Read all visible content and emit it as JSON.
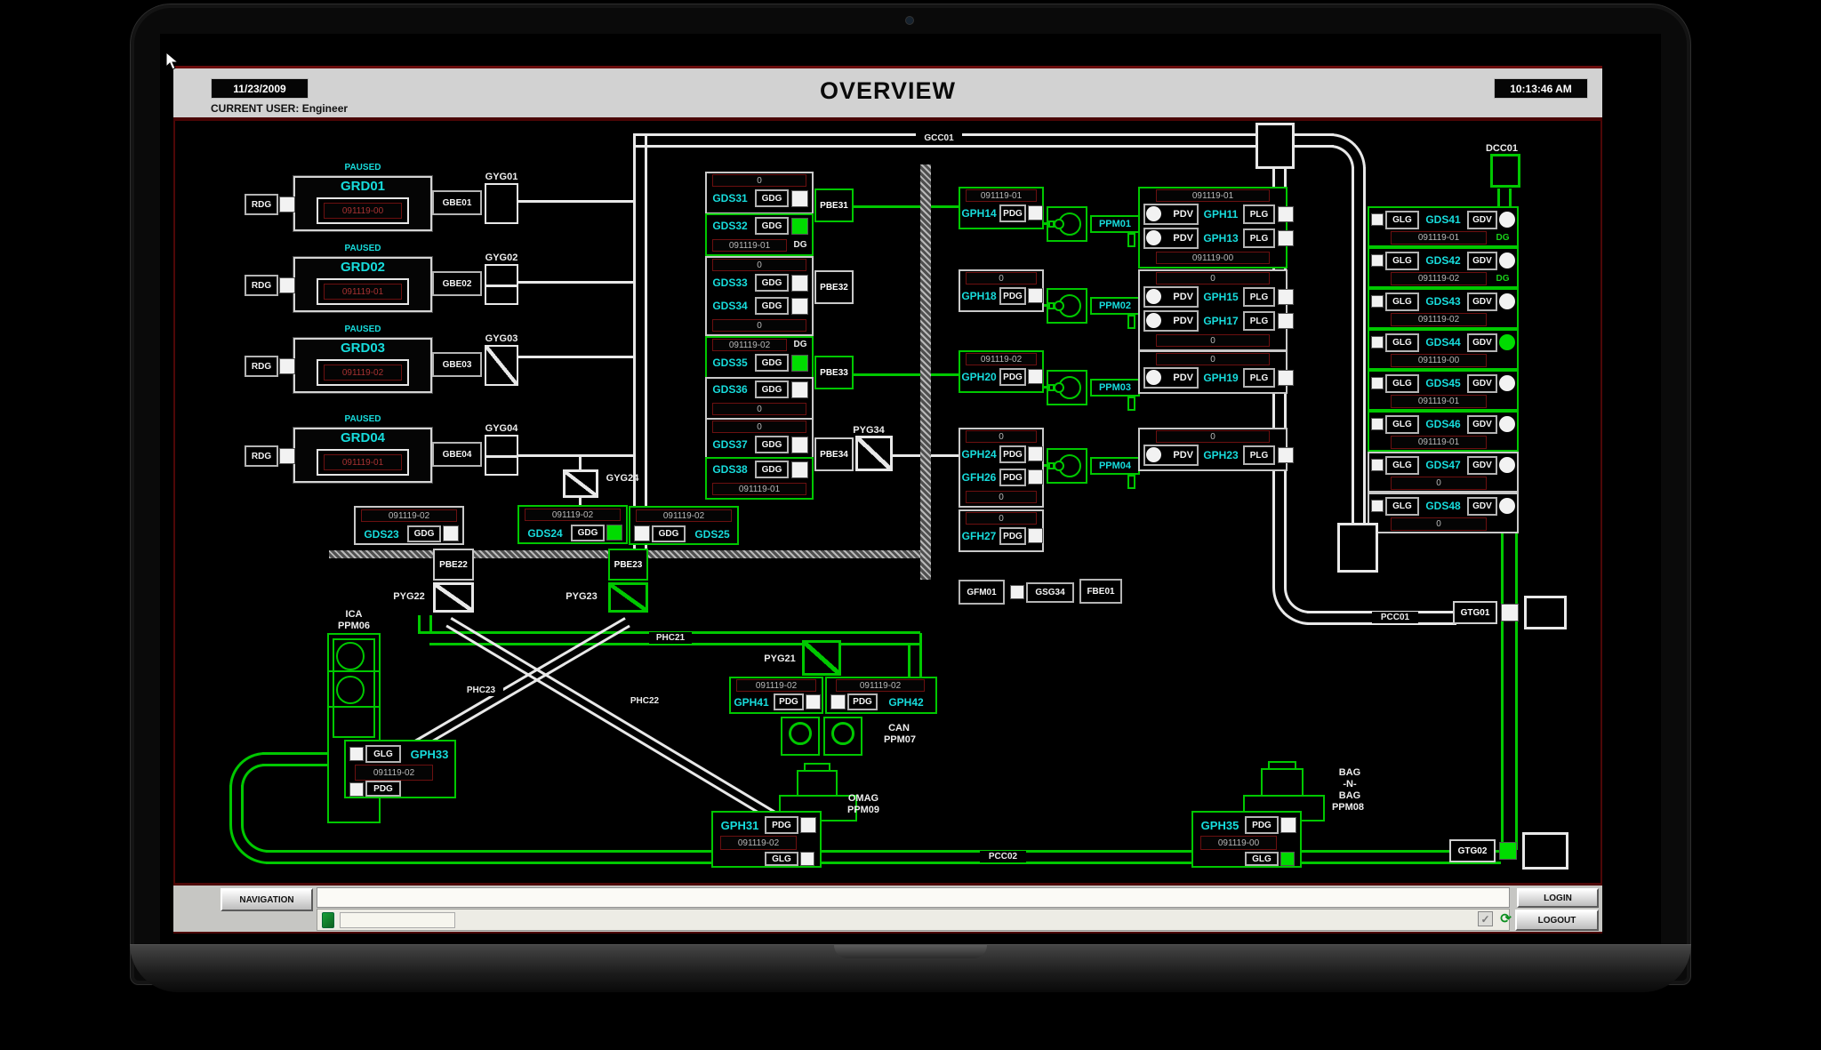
{
  "header": {
    "date": "11/23/2009",
    "current_user_label": "CURRENT USER:",
    "current_user": "Engineer",
    "title": "OVERVIEW",
    "time": "10:13:46 AM"
  },
  "nav": {
    "navigation": "NAVIGATION",
    "login": "LOGIN",
    "logout": "LOGOUT"
  },
  "colors": {
    "green": "#00c800",
    "cyan": "#17dcdc",
    "pipe_white": "#e8e8e8",
    "alarm_red": "#a83232",
    "border_red": "#4e0707",
    "header_bg": "#d2d2d2"
  },
  "diagram": {
    "pipe_labels": {
      "gcc01": "GCC01",
      "pcc01": "PCC01",
      "pcc02": "PCC02",
      "phc21": "PHC21",
      "phc22": "PHC22",
      "phc23": "PHC23"
    },
    "vessels": {
      "dcc01": "DCC01",
      "gtg01": "GTG01",
      "gtg02": "GTG02"
    },
    "grd_units": [
      {
        "id": "GRD01",
        "status": "PAUSED",
        "value": "091119-00",
        "rdg": "RDG",
        "gbe": "GBE01",
        "gyg": "GYG01"
      },
      {
        "id": "GRD02",
        "status": "PAUSED",
        "value": "091119-01",
        "rdg": "RDG",
        "gbe": "GBE02",
        "gyg": "GYG02"
      },
      {
        "id": "GRD03",
        "status": "PAUSED",
        "value": "091119-02",
        "rdg": "RDG",
        "gbe": "GBE03",
        "gyg": "GYG03"
      },
      {
        "id": "GRD04",
        "status": "PAUSED",
        "value": "091119-01",
        "rdg": "RDG",
        "gbe": "GBE04",
        "gyg": "GYG04"
      }
    ],
    "gds_mid_groups": [
      {
        "border": "white",
        "rows": [
          {
            "type": "val",
            "value": "0"
          },
          {
            "type": "unit",
            "name": "GDS31",
            "tag": "GDG",
            "sq": "white"
          }
        ]
      },
      {
        "border": "green",
        "rows": [
          {
            "type": "unit",
            "name": "GDS32",
            "tag": "GDG",
            "sq": "green"
          },
          {
            "type": "val",
            "value": "091119-01",
            "dg": "DG"
          }
        ]
      },
      {
        "border": "white",
        "rows": [
          {
            "type": "val",
            "value": "0"
          },
          {
            "type": "unit",
            "name": "GDS33",
            "tag": "GDG",
            "sq": "white"
          },
          {
            "type": "unit",
            "name": "GDS34",
            "tag": "GDG",
            "sq": "white"
          },
          {
            "type": "val",
            "value": "0"
          }
        ]
      },
      {
        "border": "green",
        "rows": [
          {
            "type": "val",
            "value": "091119-02",
            "dg": "DG"
          },
          {
            "type": "unit",
            "name": "GDS35",
            "tag": "GDG",
            "sq": "green"
          }
        ]
      },
      {
        "border": "white",
        "rows": [
          {
            "type": "unit",
            "name": "GDS36",
            "tag": "GDG",
            "sq": "white"
          },
          {
            "type": "val",
            "value": "0"
          }
        ]
      },
      {
        "border": "white",
        "rows": [
          {
            "type": "val",
            "value": "0"
          },
          {
            "type": "unit",
            "name": "GDS37",
            "tag": "GDG",
            "sq": "white"
          }
        ]
      },
      {
        "border": "green",
        "rows": [
          {
            "type": "unit",
            "name": "GDS38",
            "tag": "GDG",
            "sq": "white"
          },
          {
            "type": "val",
            "value": "091119-01"
          }
        ]
      }
    ],
    "pbe": {
      "pbe31": "PBE31",
      "pbe32": "PBE32",
      "pbe33": "PBE33",
      "pbe34": "PBE34",
      "pbe22": "PBE22",
      "pbe23": "PBE23"
    },
    "pyg": {
      "pyg21": "PYG21",
      "pyg22": "PYG22",
      "pyg23": "PYG23",
      "pyg34": "PYG34",
      "gyg24": "GYG24"
    },
    "gds23_row": [
      {
        "name": "GDS23",
        "value": "091119-02",
        "tag": "GDG",
        "sq": "white",
        "border": "white",
        "layout": "left"
      },
      {
        "name": "GDS24",
        "value": "091119-02",
        "tag": "GDG",
        "sq": "green",
        "border": "green",
        "layout": "left"
      },
      {
        "name": "GDS25",
        "value": "091119-02",
        "tag": "GDG",
        "sq": "white",
        "border": "green",
        "layout": "right"
      }
    ],
    "gph_mid": [
      {
        "border": "green",
        "rows": [
          {
            "type": "val",
            "value": "091119-01"
          },
          {
            "type": "unit",
            "name": "GPH14",
            "tag": "PDG",
            "sq": "white"
          }
        ]
      },
      {
        "border": "white",
        "rows": [
          {
            "type": "val",
            "value": "0"
          },
          {
            "type": "unit",
            "name": "GPH18",
            "tag": "PDG",
            "sq": "white"
          }
        ]
      },
      {
        "border": "green",
        "rows": [
          {
            "type": "val",
            "value": "091119-02",
            "_c": ""
          },
          {
            "type": "unit",
            "name": "GPH20",
            "tag": "PDG",
            "sq": "white"
          }
        ]
      },
      {
        "border": "white",
        "rows": [
          {
            "type": "val",
            "value": "0"
          },
          {
            "type": "unit",
            "name": "GPH24",
            "tag": "PDG",
            "sq": "white"
          },
          {
            "type": "unit",
            "name": "GFH26",
            "tag": "PDG",
            "sq": "white"
          },
          {
            "type": "val",
            "value": "0"
          }
        ]
      },
      {
        "border": "white",
        "rows": [
          {
            "type": "val",
            "value": "0"
          },
          {
            "type": "unit",
            "name": "GFH27",
            "tag": "PDG",
            "sq": "white"
          }
        ]
      }
    ],
    "pumps": [
      {
        "id": "PPM01"
      },
      {
        "id": "PPM02"
      },
      {
        "id": "PPM03"
      },
      {
        "id": "PPM04"
      }
    ],
    "gph_right": [
      {
        "border": "green",
        "rows": [
          {
            "type": "val",
            "value": "091119-01"
          },
          {
            "type": "pdv",
            "name": "GPH11",
            "pdv": "PDV",
            "plg": "PLG"
          },
          {
            "type": "pdv",
            "name": "GPH13",
            "pdv": "PDV",
            "plg": "PLG"
          },
          {
            "type": "val",
            "value": "091119-00"
          }
        ]
      },
      {
        "border": "white",
        "rows": [
          {
            "type": "val",
            "value": "0"
          },
          {
            "type": "pdv",
            "name": "GPH15",
            "pdv": "PDV",
            "plg": "PLG"
          },
          {
            "type": "pdv",
            "name": "GPH17",
            "pdv": "PDV",
            "plg": "PLG"
          },
          {
            "type": "val",
            "value": "0"
          }
        ]
      },
      {
        "border": "white",
        "rows": [
          {
            "type": "val",
            "value": "0"
          },
          {
            "type": "pdv",
            "name": "GPH19",
            "pdv": "PDV",
            "plg": "PLG"
          }
        ]
      },
      {
        "border": "white",
        "rows": [
          {
            "type": "val",
            "value": "0"
          },
          {
            "type": "pdv",
            "name": "GPH23",
            "pdv": "PDV",
            "plg": "PLG"
          }
        ]
      }
    ],
    "gds_right": [
      {
        "name": "GDS41",
        "glg": "GLG",
        "gdv": "GDV",
        "value": "091119-01",
        "dg": "DG",
        "circle": "white",
        "border": "green"
      },
      {
        "name": "GDS42",
        "glg": "GLG",
        "gdv": "GDV",
        "value": "091119-02",
        "dg": "DG",
        "circle": "white",
        "border": "green"
      },
      {
        "name": "GDS43",
        "glg": "GLG",
        "gdv": "GDV",
        "value": "091119-02",
        "circle": "white",
        "border": "green"
      },
      {
        "name": "GDS44",
        "glg": "GLG",
        "gdv": "GDV",
        "value": "091119-00",
        "circle": "green",
        "border": "green"
      },
      {
        "name": "GDS45",
        "glg": "GLG",
        "gdv": "GDV",
        "value": "091119-01",
        "circle": "white",
        "border": "green"
      },
      {
        "name": "GDS46",
        "glg": "GLG",
        "gdv": "GDV",
        "value": "091119-01",
        "circle": "white",
        "border": "green"
      },
      {
        "name": "GDS47",
        "glg": "GLG",
        "gdv": "GDV",
        "value": "0",
        "circle": "white",
        "border": "white"
      },
      {
        "name": "GDS48",
        "glg": "GLG",
        "gdv": "GDV",
        "value": "0",
        "circle": "white",
        "border": "white"
      }
    ],
    "gfm_row": {
      "gfm": "GFM01",
      "gsg": "GSG34",
      "fbe": "FBE01"
    },
    "bottom": {
      "ica_label": "ICA",
      "ppm06": "PPM06",
      "gph33": {
        "name": "GPH33",
        "glg": "GLG",
        "pdg": "PDG",
        "value": "091119-02"
      },
      "pyg21_label": "PYG21",
      "gph41": {
        "name": "GPH41",
        "pdg": "PDG",
        "value": "091119-02"
      },
      "gph42": {
        "name": "GPH42",
        "pdg": "PDG",
        "value": "091119-02"
      },
      "can_label": "CAN",
      "ppm07": "PPM07",
      "omag_label": "OMAG",
      "ppm09": "PPM09",
      "gph31": {
        "name": "GPH31",
        "pdg": "PDG",
        "glg": "GLG",
        "value": "091119-02"
      },
      "bag_label_1": "BAG",
      "bag_label_2": "-N-",
      "bag_label_3": "BAG",
      "ppm08": "PPM08",
      "gph35": {
        "name": "GPH35",
        "pdg": "PDG",
        "glg": "GLG",
        "value": "091119-00"
      }
    }
  }
}
